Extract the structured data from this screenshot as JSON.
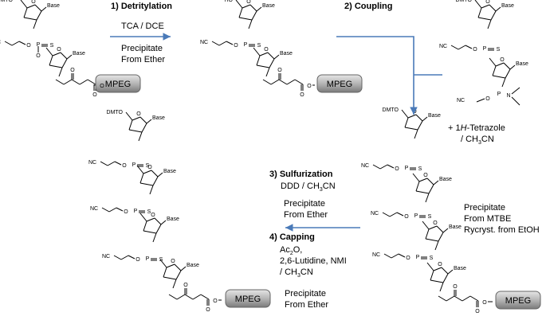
{
  "atoms": {
    "dmto": "DMTO",
    "ho": "HO",
    "base": "Base",
    "nc": "NC",
    "o": "O",
    "p": "P",
    "s": "S",
    "n": "N",
    "mpeg": "MPEG"
  },
  "steps": {
    "s1": {
      "title": "1) Detritylation",
      "reagent": "TCA / DCE",
      "workup": [
        "Precipitate",
        "From Ether"
      ]
    },
    "s2": {
      "title": "2) Coupling",
      "reagent": "+ 1H-Tetrazole",
      "reagent2": "/ CH3CN"
    },
    "mid": {
      "workup": [
        "Precipitate",
        "From MTBE",
        "Rycryst. from EtOH"
      ]
    },
    "s3": {
      "title": "3) Sulfurization",
      "reagent": "DDD / CH3CN",
      "workup": [
        "Precipitate",
        "From Ether"
      ]
    },
    "s4": {
      "title": "4) Capping",
      "reagents": [
        "Ac2O,",
        "2,6-Lutidine, NMI",
        "/ CH3CN"
      ],
      "workup": [
        "Precipitate",
        "From Ether"
      ]
    }
  },
  "colors": {
    "arrow": "#4a7ab8",
    "bond": "#000000",
    "mpeg_fill": "#9a9a9a"
  }
}
